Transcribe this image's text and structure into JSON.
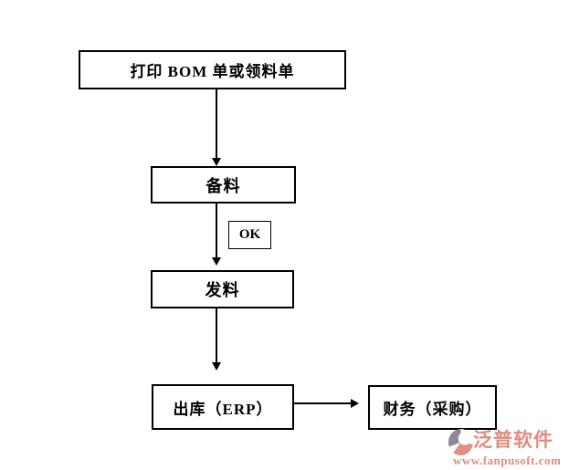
{
  "diagram": {
    "type": "flowchart",
    "nodes": [
      {
        "id": "print-bom",
        "label": "打印 BOM 单或领料单"
      },
      {
        "id": "prepare",
        "label": "备料"
      },
      {
        "id": "ok",
        "label": "OK"
      },
      {
        "id": "issue",
        "label": "发料"
      },
      {
        "id": "outbound-erp",
        "label": "出库（ERP）"
      },
      {
        "id": "finance-purchase",
        "label": "财务（采购）"
      }
    ],
    "edges": [
      {
        "from": "print-bom",
        "to": "prepare",
        "label": "",
        "direction": "down"
      },
      {
        "from": "prepare",
        "to": "issue",
        "label": "OK",
        "direction": "down"
      },
      {
        "from": "issue",
        "to": "outbound-erp",
        "label": "",
        "direction": "down"
      },
      {
        "from": "outbound-erp",
        "to": "finance-purchase",
        "label": "",
        "direction": "right"
      }
    ],
    "colors": {
      "stroke": "#000000",
      "background": "#ffffff"
    }
  },
  "watermark": {
    "brand": "泛普软件",
    "url": "www.fanpusoft.com",
    "colors": {
      "accent": "#dd8c80",
      "logo_gray": "#8b8b97",
      "logo_salmon": "#e0907e"
    }
  }
}
